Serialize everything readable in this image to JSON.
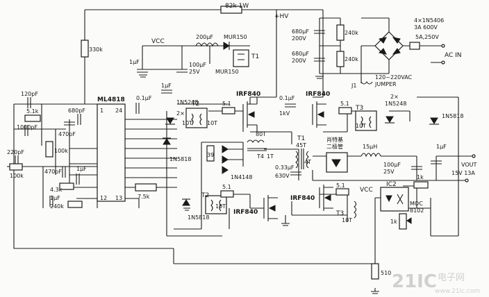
{
  "labels": {
    "r_82k": "82k 1W",
    "hv": "+HV",
    "r_330k": "330k",
    "c_200uf": "200μF",
    "mur150_top": "MUR150",
    "vcc_top": "VCC",
    "c_1uf_a": "1μF",
    "c_100uf_25v": "100μF",
    "v_25v": "25V",
    "mur150_side": "MUR150",
    "t1_small": "T1",
    "c_680uf_a": "680μF",
    "v_200v_a": "200V",
    "c_680uf_b": "680μF",
    "v_200v_b": "200V",
    "r_240k_a": "240k",
    "r_240k_b": "240k",
    "bridge": "4×1N5406",
    "bridge_rating": "3A 600V",
    "fuse": "5A,250V",
    "acin": "AC IN",
    "j1": "J1",
    "jumper_range": "120~220VAC",
    "jumper": "JUMPER",
    "c_120pf": "120pF",
    "r_5_1k": "5.1k",
    "c_1000pf": "1000pF",
    "c_680pf": "680pF",
    "c_470pf_a": "470pF",
    "r_100k_a": "100k",
    "ic_ml4818": "ML4818",
    "pin1": "1",
    "pin24": "24",
    "c_0_1uf_a": "0.1μF",
    "c_1uf_b": "1μF",
    "z_1n5248_a": "1N5248",
    "d_1n5818_a": "1N5818",
    "t2_a": "T2",
    "w_2x": "2×",
    "w_10t_a": "10T",
    "w_10t_b": "10T",
    "r_5_1_a": "5.1",
    "q_irf840_a": "IRF840",
    "c_0_1uf_b": "0.1μF",
    "v_1kv": "1kV",
    "q_irf840_b": "IRF840",
    "r_5_1_b": "5.1",
    "t3_a": "T3",
    "w_2x_b": "2×",
    "z_1n5248_b": "1N5248",
    "w_10t_c": "10T",
    "d_1n5818_b": "1N5818",
    "c_220pf": "220pF",
    "r_100k_b": "100k",
    "c_470pf_b": "470pF",
    "c_1uf_c": "1μF",
    "r_4_3k": "4.3k",
    "c_1uf_d": "1μF",
    "r_240k_c": "240k",
    "pin12": "12",
    "pin13": "13",
    "r_7_5k": "7.5k",
    "d_1n5818_c": "1N5818",
    "w_80t": "80T",
    "r_39": "39",
    "t4": "T4",
    "w_1t": "1T",
    "d_1n4148": "1N4148",
    "t1_main": "T1",
    "w_45t": "45T",
    "w_4t": "4T",
    "rect_cn": "肖特基",
    "rect_cn2": "二极管",
    "c_0_33uf": "0.33μF",
    "v_630v": "630V",
    "l_15uh": "15μH",
    "c_1uf_e": "1μF",
    "c_100uf_25v_b": "100μF",
    "v_25v_b": "25V",
    "vout": "VOUT",
    "vout_rating": "15V 13A",
    "t2_b": "T2",
    "r_5_1_c": "5.1",
    "w_10t_d": "10T",
    "q_irf840_c": "IRF840",
    "q_irf840_d": "IRF840",
    "r_5_1_d": "5.1",
    "t3_b": "T3",
    "w_10t_e": "10T",
    "vcc_bottom": "VCC",
    "ic2": "IC2",
    "r_1k_a": "1k",
    "moc": "MOC",
    "moc_num": "8102",
    "r_1k_b": "1k",
    "r_510": "510",
    "wm_logo": "21IC",
    "wm_cn": "电子网",
    "wm_url": "www.21ic.com"
  }
}
